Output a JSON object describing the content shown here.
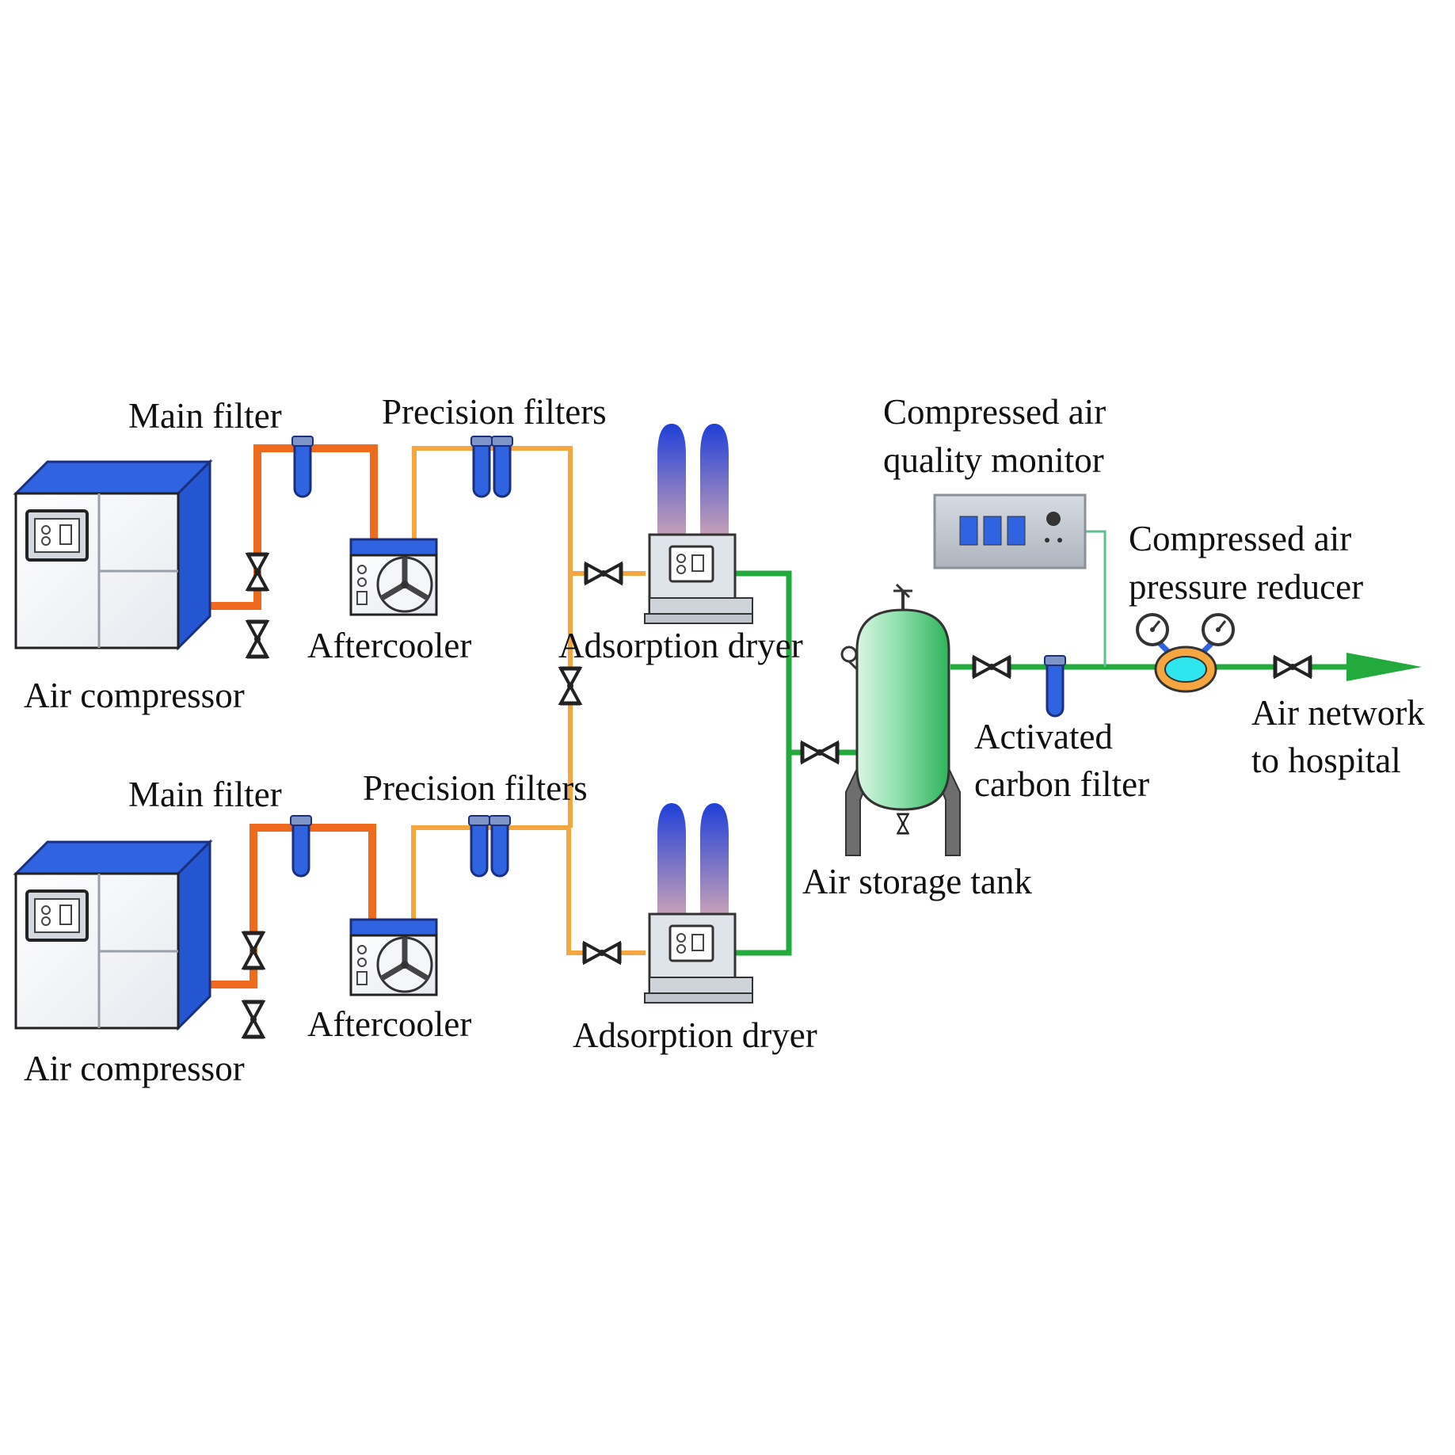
{
  "labels": {
    "air_compressor": "Air compressor",
    "main_filter": "Main filter",
    "precision_filters": "Precision filters",
    "aftercooler": "Aftercooler",
    "adsorption_dryer": "Adsorption dryer",
    "air_storage_tank": "Air storage tank",
    "monitor_line1": "Compressed air",
    "monitor_line2": "quality monitor",
    "reducer_line1": "Compressed air",
    "reducer_line2": "pressure reducer",
    "carbon_line1": "Activated",
    "carbon_line2": "carbon filter",
    "network_line1": "Air network",
    "network_line2": "to hospital"
  },
  "colors": {
    "hot_pipe": "#f06a1e",
    "warm_pipe": "#f5a640",
    "clean_pipe": "#22aa3c",
    "equipment_blue": "#2f63e0",
    "tank_green": "#4fc77a",
    "monitor_line": "#5fbf8f"
  },
  "icons": {
    "valve": "gate-valve-icon",
    "gauge": "pressure-gauge-icon",
    "fan": "fan-icon",
    "arrow": "flow-arrow-icon"
  }
}
